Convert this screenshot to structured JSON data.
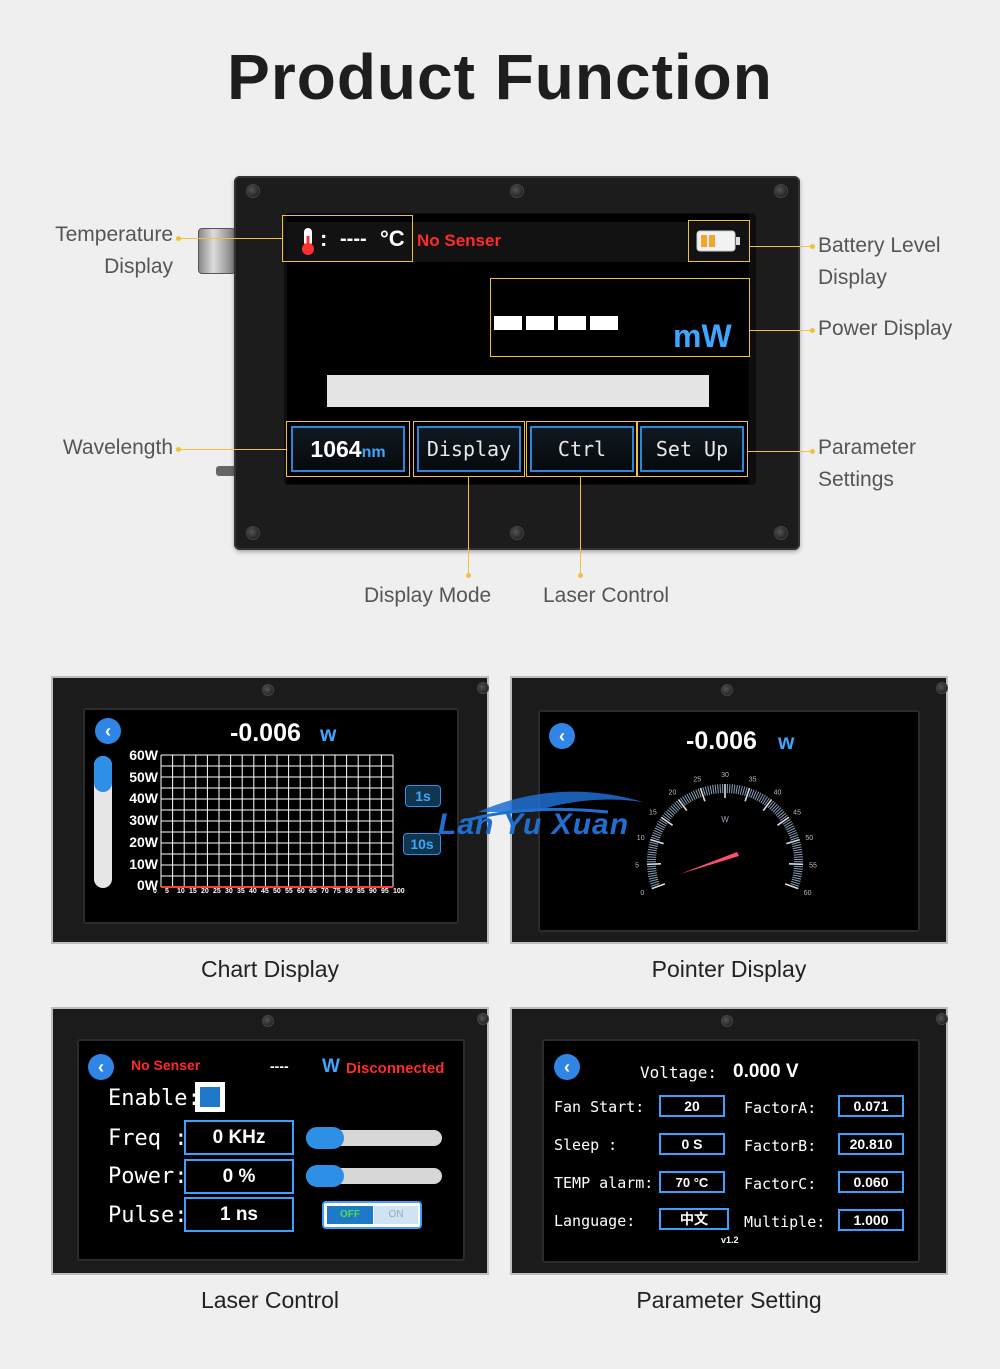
{
  "title": "Product Function",
  "main_screen": {
    "temperature": "----",
    "temp_unit": "°C",
    "sensor_status": "No Senser",
    "power_unit": "mW",
    "wavelength": "1064",
    "wavelength_unit": "nm",
    "tabs": [
      "Display",
      "Ctrl",
      "Set Up"
    ]
  },
  "callouts": {
    "temperature": [
      "Temperature",
      "Display"
    ],
    "wavelength": "Wavelength",
    "battery": [
      "Battery Level",
      "Display"
    ],
    "power": "Power Display",
    "parameter": [
      "Parameter",
      "Settings"
    ],
    "display_mode": "Display Mode",
    "laser_control": "Laser Control"
  },
  "chart_panel": {
    "caption": "Chart Display",
    "reading": "-0.006",
    "unit": "w",
    "y_labels": [
      "60W",
      "50W",
      "40W",
      "30W",
      "20W",
      "10W",
      "0W"
    ],
    "x_labels": [
      "0",
      "5",
      "10",
      "15",
      "20",
      "25",
      "30",
      "35",
      "40",
      "45",
      "50",
      "55",
      "60",
      "65",
      "70",
      "75",
      "80",
      "85",
      "90",
      "95",
      "100"
    ],
    "btn_1": "1s",
    "btn_2": "10s"
  },
  "pointer_panel": {
    "caption": "Pointer Display",
    "reading": "-0.006",
    "unit": "w",
    "gauge_unit": "W",
    "gauge_ticks": [
      "0",
      "5",
      "10",
      "15",
      "20",
      "25",
      "30",
      "35",
      "40",
      "45",
      "50",
      "55",
      "60"
    ],
    "pointer_value": 3
  },
  "laser_panel": {
    "caption": "Laser Control",
    "sensor_status": "No Senser",
    "reading": "----",
    "unit": "W",
    "conn_status": "Disconnected",
    "enable_label": "Enable:",
    "freq_label": "Freq  :",
    "freq_value": "0 KHz",
    "power_label": "Power:",
    "power_value": "0 %",
    "pulse_label": "Pulse:",
    "pulse_value": "1 ns",
    "toggle_off": "OFF",
    "toggle_on": "ON"
  },
  "param_panel": {
    "caption": "Parameter Setting",
    "voltage_label": "Voltage:",
    "voltage_value": "0.000 V",
    "fan_label": "Fan Start:",
    "fan_value": "20",
    "sleep_label": "Sleep     :",
    "sleep_value": "0 S",
    "temp_label": "TEMP alarm:",
    "temp_value": "70 °C",
    "lang_label": "Language:",
    "lang_value": "中文",
    "fa_label": "FactorA:",
    "fa_value": "0.071",
    "fb_label": "FactorB:",
    "fb_value": "20.810",
    "fc_label": "FactorC:",
    "fc_value": "0.060",
    "mul_label": "Multiple:",
    "mul_value": "1.000",
    "version": "v1.2"
  },
  "watermark": "Lan Yu Xuan",
  "colors": {
    "accent": "#3da6ff",
    "highlight": "#f0c23a",
    "alert": "#ff2b2b"
  }
}
